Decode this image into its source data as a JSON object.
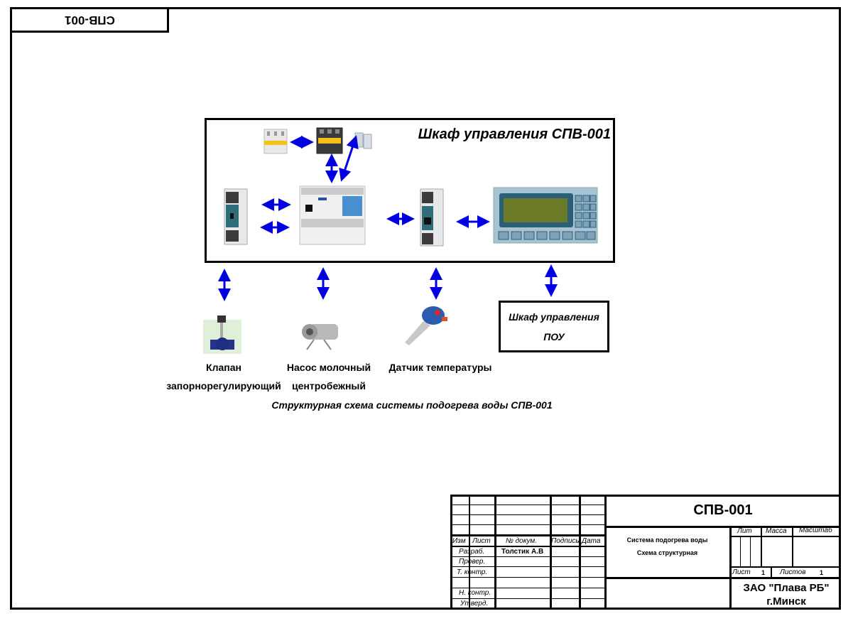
{
  "stamp_top_left": "СПВ-001",
  "cabinet": {
    "title": "Шкаф управления  СПВ-001",
    "devices": [
      {
        "name": "circuit-breaker"
      },
      {
        "name": "contactor"
      },
      {
        "name": "terminal-block"
      },
      {
        "name": "power-supply-module"
      },
      {
        "name": "plc-controller"
      },
      {
        "name": "interface-converter-module"
      },
      {
        "name": "operator-panel"
      }
    ]
  },
  "field_devices": [
    {
      "label_line1": "Клапан",
      "label_line2": "запорнорегулирующий"
    },
    {
      "label_line1": "Насос молочный",
      "label_line2": "центробежный"
    },
    {
      "label_line1": "Датчик температуры",
      "label_line2": ""
    }
  ],
  "pou_box": {
    "line1": "Шкаф управления",
    "line2": "ПОУ"
  },
  "caption": "Структурная схема системы подогрева воды СПВ-001",
  "colors": {
    "arrow": "#0000e0",
    "lines": "#000000"
  },
  "title_block": {
    "code": "СПВ-001",
    "headers": {
      "izm": "Изм",
      "list": "Лист",
      "doc_no": "№ докум.",
      "sign": "Подпись",
      "date": "Дата"
    },
    "roles": {
      "razrab": "Разраб.",
      "prover": "Провер.",
      "t_kontr": "Т. контр.",
      "n_kontr": "Н. контр.",
      "utverd": "Утверд."
    },
    "developer": "Толстик А.В",
    "doc_title_line1": "Система подогрева воды",
    "doc_title_line2": "Схема структурная",
    "lit_label": "Лит",
    "massa_label": "Масса",
    "scale_label": "Масштаб",
    "sheet_label": "Лист",
    "sheet_value": "1",
    "sheets_label": "Листов",
    "sheets_value": "1",
    "org_line1": "ЗАО \"Плава РБ\"",
    "org_line2": "г.Минск"
  }
}
